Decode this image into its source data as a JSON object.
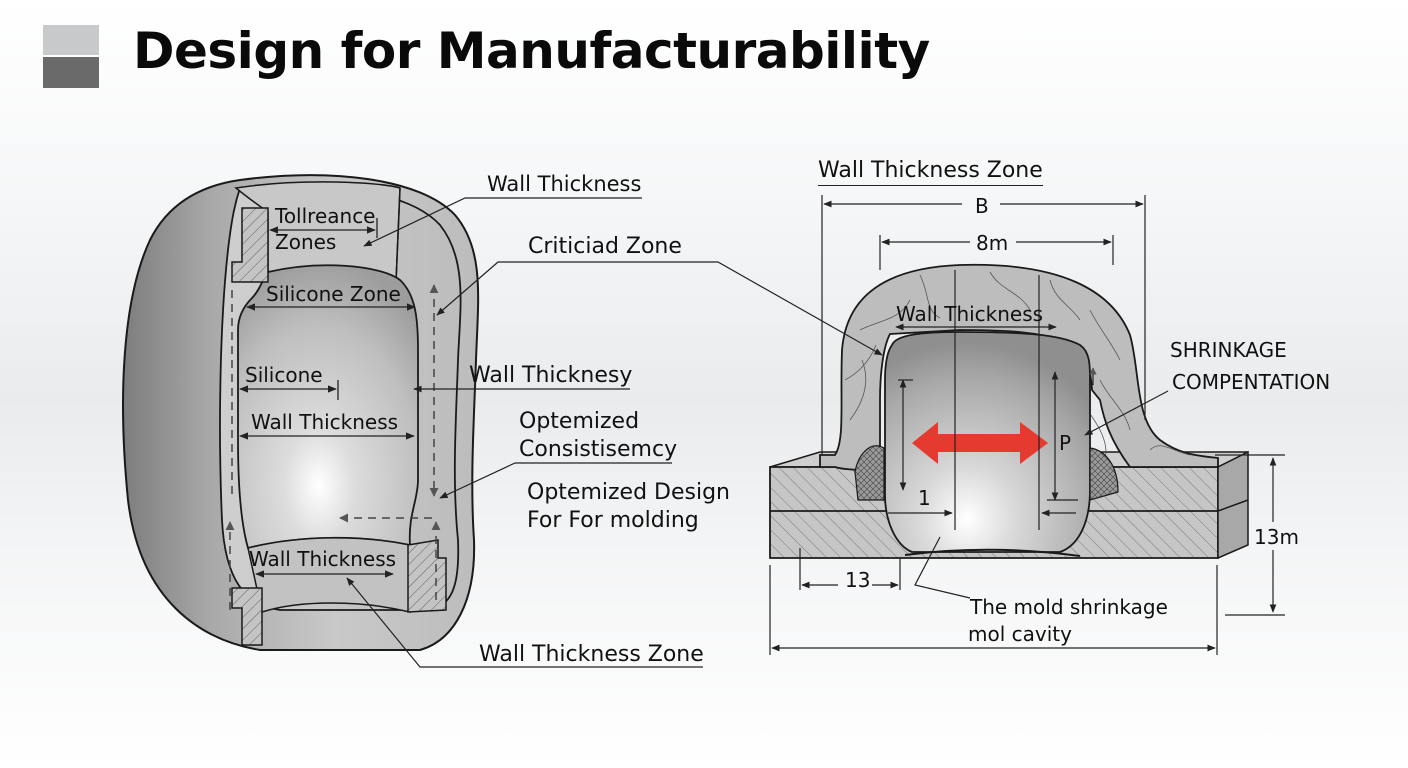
{
  "header": {
    "title": "Design for Manufacturability",
    "logo_colors": [
      "#c7c9cb",
      "#6a6a6a"
    ]
  },
  "left_diagram": {
    "name": "silicone-part-cross-section",
    "labels": {
      "tolerance_zones_line1": "Tollreance",
      "tolerance_zones_line2": "Zones",
      "silicone_zone": "Silicone Zone",
      "silicone": "Silicone",
      "wall_thickness_inner": "Wall Thickness",
      "wall_thickness_bottom": "Wall Thickness"
    },
    "callouts": {
      "wall_thickness_top": "Wall Thickness",
      "critical_zone": "Criticiad Zone",
      "wall_thickness_mid": "Wall Thicknesy",
      "optimized_consistency_line1": "Optemized",
      "optimized_consistency_line2": "Consistisemcy",
      "optimized_design_line1": "Optemized Design",
      "optimized_design_line2": "For For molding",
      "wall_thickness_zone": "Wall Thickness Zone"
    }
  },
  "right_diagram": {
    "name": "mold-cavity-cross-section",
    "labels": {
      "wall_thickness_zone": "Wall Thickness Zone",
      "dim_b": "B",
      "dim_8m": "8m",
      "wall_thickness": "Wall Thickness",
      "shrinkage_line1": "SHRINKAGE",
      "shrinkage_line2": "COMPENTATION",
      "dim_p": "P",
      "dim_1": "1",
      "dim_13": "13",
      "dim_13m": "13m",
      "mold_shrinkage_line1": "The mold shrinkage",
      "mold_shrinkage_line2": "mol cavity"
    },
    "accent_color": "#e53a2f"
  }
}
